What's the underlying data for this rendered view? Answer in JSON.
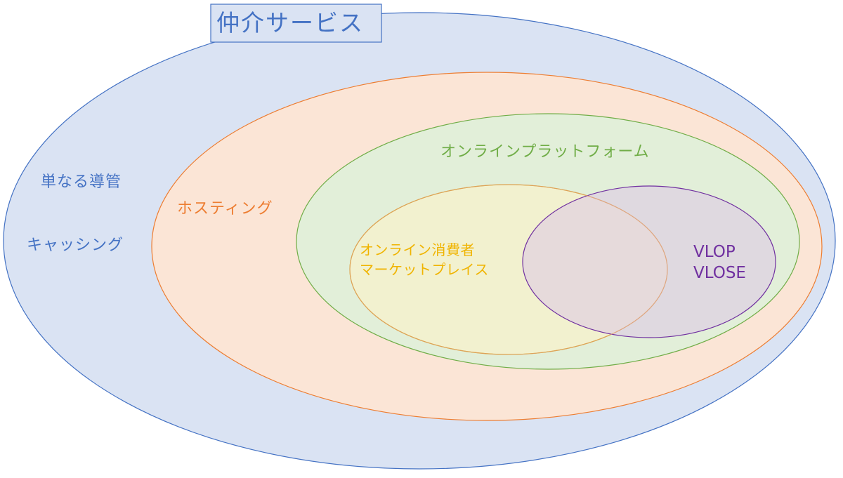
{
  "title": "仲介サービス",
  "labels": {
    "simple_conduit": "単なる導管",
    "caching": "キャッシング",
    "hosting": "ホスティング",
    "online_platform": "オンラインプラットフォーム",
    "marketplace_line1": "オンライン消費者",
    "marketplace_line2": "マーケットプレイス",
    "vlop": "VLOP",
    "vlose": "VLOSE"
  },
  "colors": {
    "intermediary_fill": "#dae3f3",
    "intermediary_stroke": "#4472c4",
    "intermediary_text": "#4472c4",
    "hosting_fill": "#fbe5d6",
    "hosting_stroke": "#ed7d31",
    "hosting_text": "#ed7d31",
    "platform_fill": "#e2efd9",
    "platform_stroke": "#70ad47",
    "platform_text": "#70ad47",
    "marketplace_fill": "#f2f0cf",
    "marketplace_stroke": "#d6ac1e",
    "marketplace_text": "#f0b400",
    "vlop_fill": "#e8d7ec",
    "vlop_stroke": "#7030a0",
    "vlop_text": "#7030a0",
    "title_box_fill": "#dae3f3",
    "title_box_stroke": "#4472c4"
  }
}
